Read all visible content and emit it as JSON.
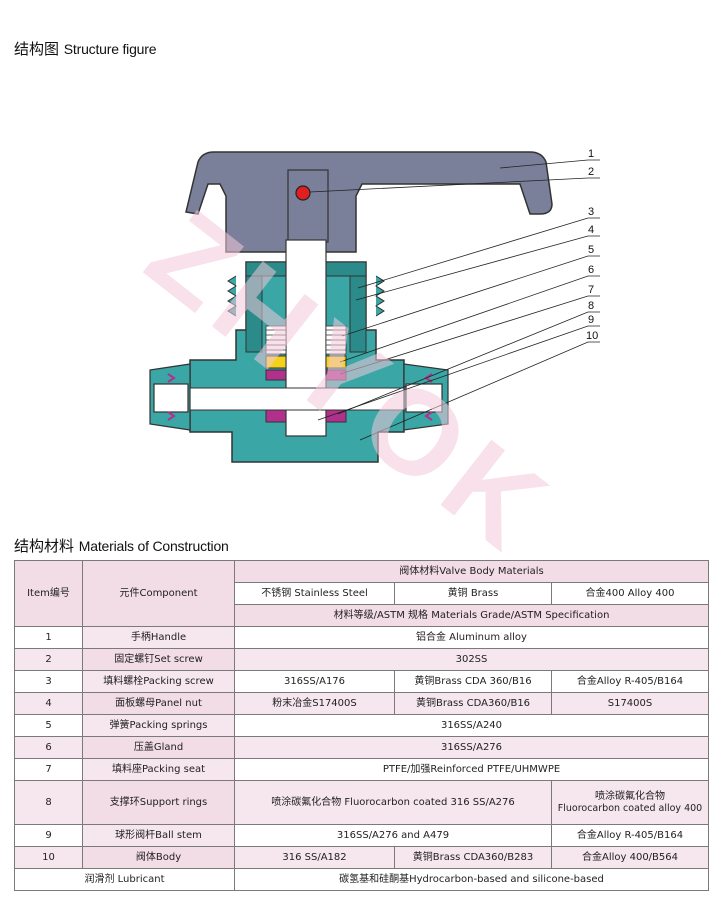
{
  "structure": {
    "title_zh": "结构图",
    "title_en": "Structure figure",
    "callouts": [
      "1",
      "2",
      "3",
      "4",
      "5",
      "6",
      "7",
      "8",
      "9",
      "10"
    ],
    "watermark": "ZHYOK",
    "colors": {
      "handle": "#7a7f9a",
      "body": "#3aa6a6",
      "body_dark": "#2b8a8a",
      "packing_white": "#ffffff",
      "packing_yellow": "#f4d21c",
      "seat_magenta": "#b0308c",
      "set_screw": "#e02020",
      "watermark": "#f3c8db"
    }
  },
  "materials": {
    "title_zh": "结构材料",
    "title_en": "Materials of Construction",
    "header": {
      "item": "Item编号",
      "component": "元件Component",
      "valve_body_materials": "阀体材料Valve Body Materials",
      "col_ss": "不锈钢 Stainless Steel",
      "col_brass": "黄铜 Brass",
      "col_alloy": "合金400 Alloy 400",
      "grade_spec": "材料等级/ASTM 规格 Materials Grade/ASTM Specification"
    },
    "rows": [
      {
        "item": "1",
        "component": "手柄Handle",
        "ss": "铝合金 Aluminum alloy"
      },
      {
        "item": "2",
        "component": "固定螺钉Set screw",
        "ss": "302SS"
      },
      {
        "item": "3",
        "component": "填料螺栓Packing screw",
        "ss": "316SS/A176",
        "brass": "黄铜Brass CDA 360/B16",
        "alloy": "合金Alloy R-405/B164"
      },
      {
        "item": "4",
        "component": "面板螺母Panel nut",
        "ss": "粉末冶金S17400S",
        "brass": "黄铜Brass CDA360/B16",
        "alloy": "S17400S"
      },
      {
        "item": "5",
        "component": "弹簧Packing springs",
        "ss": "316SS/A240"
      },
      {
        "item": "6",
        "component": "压盖Gland",
        "ss": "316SS/A276"
      },
      {
        "item": "7",
        "component": "填料座Packing seat",
        "ss": "PTFE/加强Reinforced PTFE/UHMWPE"
      },
      {
        "item": "8",
        "component": "支撑环Support rings",
        "ss": "喷涂碳氟化合物 Fluorocarbon coated 316 SS/A276",
        "alloy_zh": "喷涂碳氟化合物",
        "alloy_en": "Fluorocarbon coated alloy 400"
      },
      {
        "item": "9",
        "component": "球形阀杆Ball stem",
        "ss": "316SS/A276 and A479",
        "alloy": "合金Alloy R-405/B164"
      },
      {
        "item": "10",
        "component": "阀体Body",
        "ss": "316 SS/A182",
        "brass": "黄铜Brass CDA360/B283",
        "alloy": "合金Alloy 400/B564"
      }
    ],
    "lubricant_label": "润滑剂 Lubricant",
    "lubricant_value": "碳氢基和硅酮基Hydrocarbon-based and silicone-based"
  }
}
